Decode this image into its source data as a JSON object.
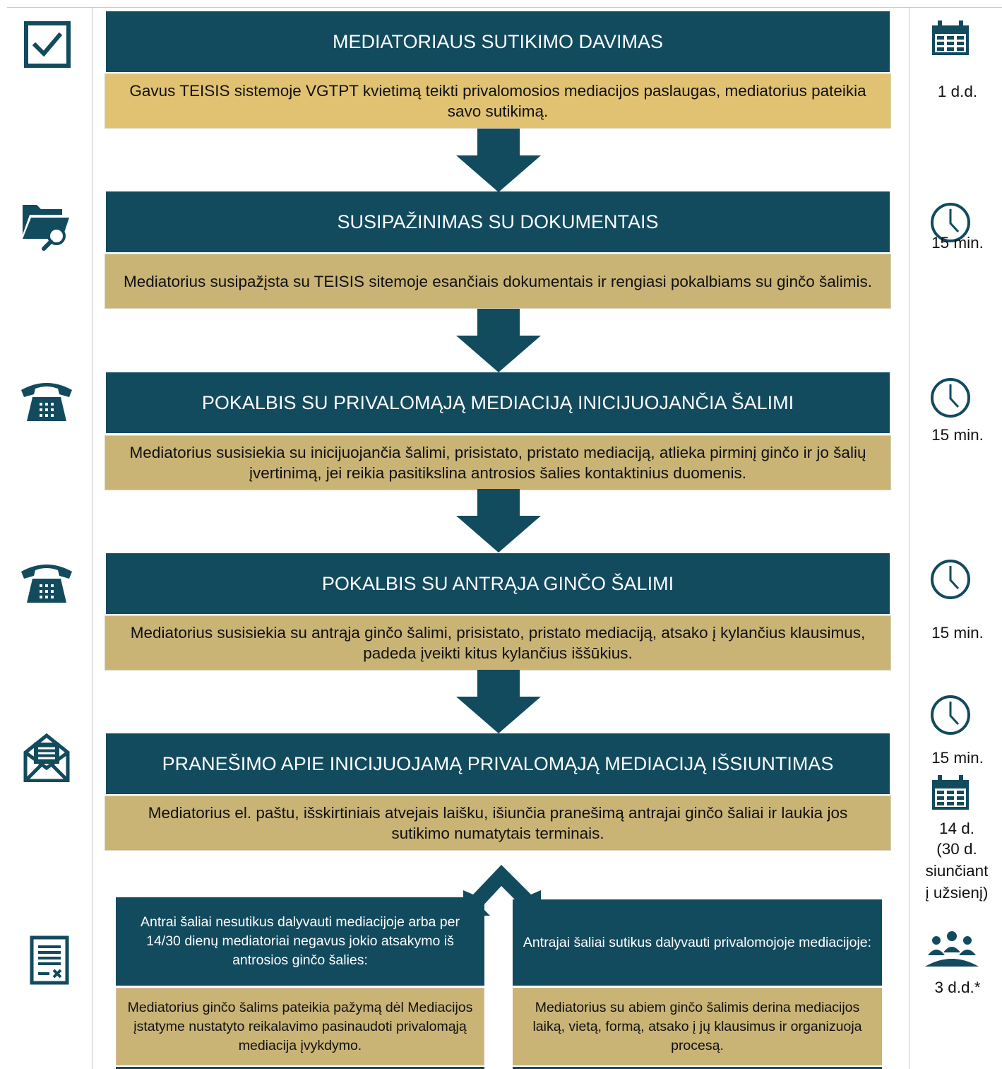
{
  "colors": {
    "title_bg": "#124a5e",
    "desc_bg_1": "#e0c272",
    "desc_bg_other": "#c9b476",
    "arrow": "#124a5e"
  },
  "steps": [
    {
      "title": "MEDIATORIAUS SUTIKIMO DAVIMAS",
      "description": "Gavus TEISIS sistemoje VGTPT kvietimą teikti privalomosios mediacijos paslaugas, mediatorius pateikia savo sutikimą.",
      "left_icon": "checkbox-icon",
      "right_icon": "calendar-icon",
      "duration": "1 d.d."
    },
    {
      "title": "SUSIPAŽINIMAS SU DOKUMENTAIS",
      "description": "Mediatorius susipažįsta su TEISIS sitemoje esančiais dokumentais ir rengiasi pokalbiams su ginčo šalimis.",
      "left_icon": "folder-search-icon",
      "right_icon": "clock-icon",
      "duration": "15 min."
    },
    {
      "title": "POKALBIS SU PRIVALOMĄJĄ MEDIACIJĄ INICIJUOJANČIA ŠALIMI",
      "description": "Mediatorius susisiekia su inicijuojančia šalimi, prisistato, pristato mediaciją, atlieka pirminį ginčo ir jo šalių įvertinimą, jei reikia pasitikslina antrosios šalies kontaktinius duomenis.",
      "left_icon": "telephone-icon",
      "right_icon": "clock-icon",
      "duration": "15 min."
    },
    {
      "title": "POKALBIS SU ANTRĄJA GINČO ŠALIMI",
      "description": "Mediatorius susisiekia su antrąja ginčo šalimi, prisistato, pristato mediaciją, atsako į kylančius klausimus, padeda įveikti kitus kylančius iššūkius.",
      "left_icon": "telephone-icon",
      "right_icon": "clock-icon",
      "duration": "15 min."
    },
    {
      "title": "PRANEŠIMO APIE INICIJUOJAMĄ PRIVALOMĄJĄ MEDIACIJĄ IŠSIUNTIMAS",
      "description": "Mediatorius el. paštu, išskirtiniais atvejais laišku, išiunčia pranešimą antrajai ginčo šaliai ir laukia jos sutikimo numatytais terminais.",
      "left_icon": "envelope-letter-icon",
      "right_icon": "clock-icon",
      "duration": "15 min."
    }
  ],
  "extra_wait": {
    "icon": "calendar-icon",
    "lines": [
      "14 d.",
      "(30 d.",
      "siunčiant",
      "į užsienį)"
    ]
  },
  "branches": {
    "left": {
      "title": "Antrai šaliai nesutikus dalyvauti mediacijoje arba per 14/30 dienų mediatoriai negavus jokio atsakymo iš antrosios ginčo šalies:",
      "description": "Mediatorius ginčo šalims pateikia pažymą dėl Mediacijos įstatyme nustatyto reikalavimo pasinaudoti privalomąją mediacija įvykdymo.",
      "left_icon": "certificate-icon"
    },
    "right": {
      "title": "Antrajai šaliai sutikus dalyvauti privalomojoje mediacijoje:",
      "description": "Mediatorius su abiem ginčo šalimis derina mediacijos laiką, vietą, formą, atsako į jų klausimus ir organizuoja procesą.",
      "right_icon": "group-meeting-icon",
      "duration": "3 d.d.*"
    }
  }
}
